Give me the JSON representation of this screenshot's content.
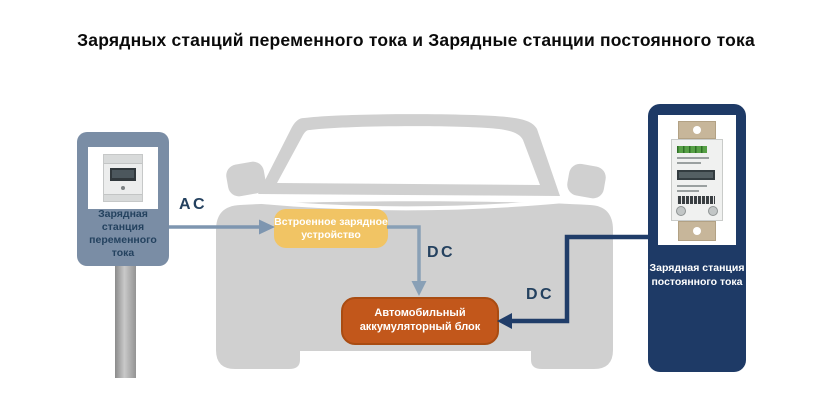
{
  "title": "Зарядных станций переменного тока и Зарядные станции постоянного тока",
  "stations": {
    "ac": {
      "label": "Зарядная станция переменного тока"
    },
    "dc": {
      "label": "Зарядная станция постоянного тока"
    }
  },
  "vehicle": {
    "onboard_charger": {
      "label": "Встроенное зарядное устройство"
    },
    "battery_pack": {
      "label": "Автомобильный аккумуляторный блок"
    }
  },
  "flows": {
    "ac_to_charger": {
      "label": "AC"
    },
    "charger_to_battery": {
      "label": "DC"
    },
    "dc_station_to_battery": {
      "label": "DC"
    }
  },
  "colors": {
    "ac_station_bg": "#7a8da5",
    "dc_station_bg": "#1e3a66",
    "car_silhouette": "#d0d0d0",
    "charger_box_bg": "#f1c464",
    "battery_box_bg": "#c2571b",
    "battery_box_border": "#a94c12",
    "ac_flow_arrow": "#7e96b0",
    "internal_dc_arrow": "#89a0b6",
    "external_dc_arrow": "#203d69",
    "flow_label_text": "#24415f",
    "ac_station_label_text": "#24425f",
    "box_text": "#ffffff",
    "title_text": "#0a0a0a"
  }
}
